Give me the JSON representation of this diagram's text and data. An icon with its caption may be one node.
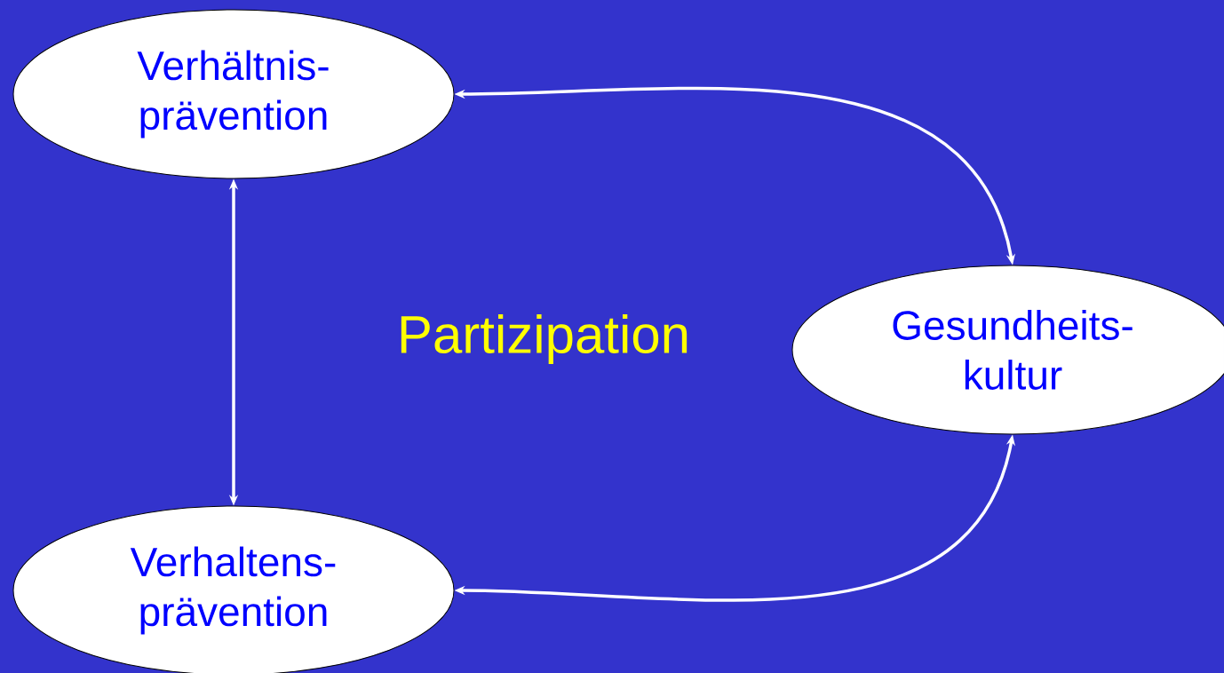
{
  "diagram": {
    "nodes": [
      {
        "text": [
          "Verhältnis- prävention"
        ]
      },
      {
        "text": [
          "Gesundheits- kultur"
        ]
      },
      {
        "text": [
          "Verhaltens- prävention"
        ]
      }
    ],
    "edges": [
      {
        "from": 0,
        "to": 1,
        "arrow": "both"
      },
      {
        "from": 0,
        "to": 2,
        "arrow": "both"
      },
      {
        "from": 2,
        "to": 1,
        "arrow": "both"
      }
    ],
    "labels": [
      "Partizipation"
    ]
  }
}
